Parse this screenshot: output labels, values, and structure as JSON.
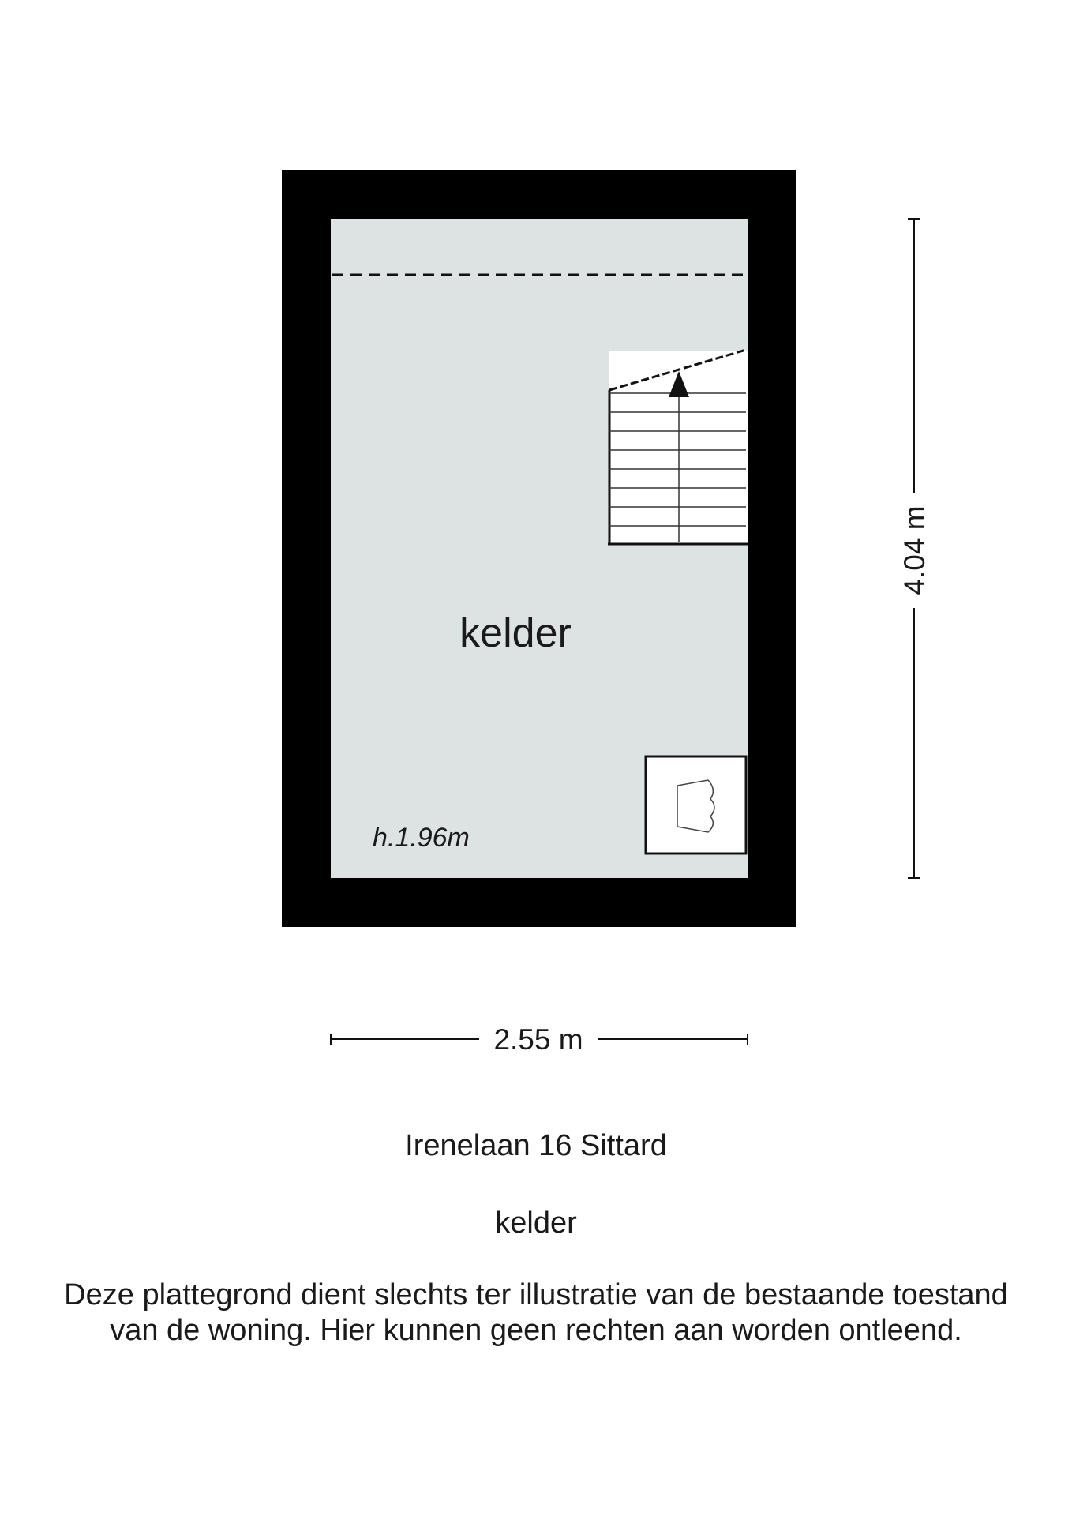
{
  "plan": {
    "room_name": "kelder",
    "ceiling_height": "h.1.96m",
    "dimension_width": "2.55 m",
    "dimension_height": "4.04 m"
  },
  "footer": {
    "address": "Irenelaan 16 Sittard",
    "floor_name": "kelder",
    "disclaimer_line1": "Deze plattegrond dient slechts ter illustratie van de bestaande toestand",
    "disclaimer_line2": "van de woning. Hier kunnen geen rechten aan worden ontleend."
  },
  "colors": {
    "wall": "#000000",
    "floor": "#dde2e2",
    "ink": "#1a1a1a"
  }
}
